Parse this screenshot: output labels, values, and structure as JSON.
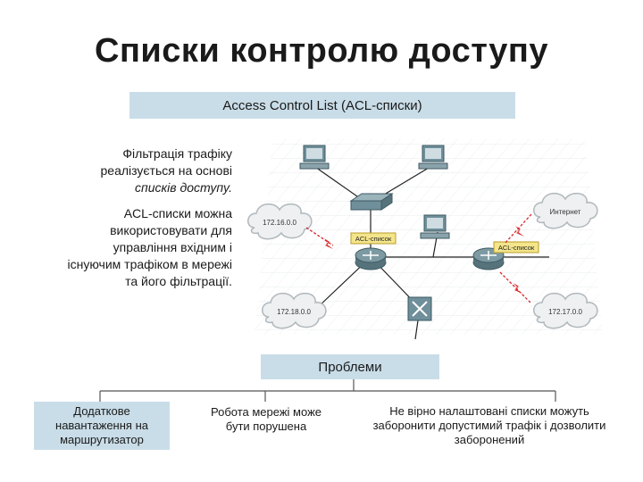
{
  "title": "Списки контролю доступу",
  "header": "Access Control List  (ACL-списки)",
  "paragraph1": {
    "lines": [
      "Фільтрація трафіку",
      "реалізується на основі"
    ],
    "italic": "списків доступу."
  },
  "paragraph2": {
    "lines": [
      "ACL-списки можна",
      "використовувати для",
      "управління вхідним і",
      "існуючим трафіком в мережі",
      "та його фільтрації."
    ]
  },
  "network": {
    "clouds": [
      "172.16.0.0",
      "Интернет",
      "172.18.0.0",
      "172.17.0.0"
    ],
    "acl_labels": [
      "ACL-список",
      "ACL-список"
    ]
  },
  "problems": {
    "title": "Проблеми",
    "items": [
      "Додаткове навантаження на маршрутизатор",
      "Робота мережі може бути порушена",
      "Не вірно налаштовані списки можуть заборонити допустимий трафік і дозволити заборонений"
    ]
  },
  "colors": {
    "accent": "#c9dde8",
    "device": "#6f8f9a",
    "acl_label": "#f4e58a",
    "arrow": "#d9262a",
    "cloud": "#eef0f1"
  }
}
